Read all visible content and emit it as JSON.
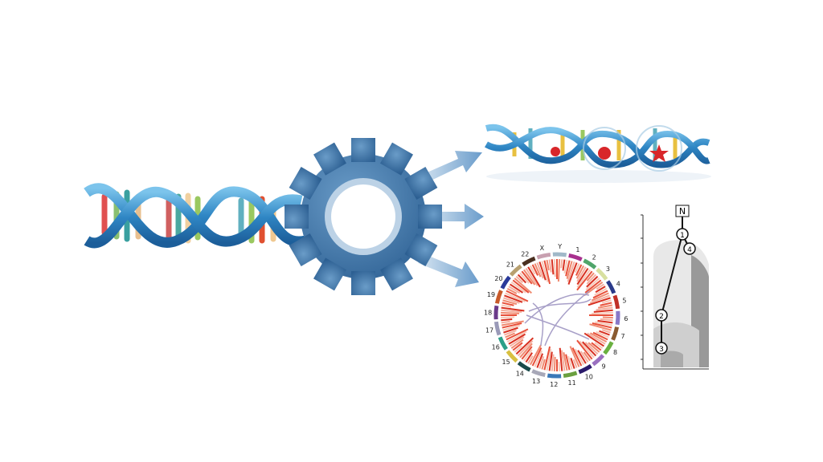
{
  "illustration": {
    "description": "DNA processed by gear producing variants and genomic analyses",
    "colors": {
      "helix": "#3a8fc8",
      "gear": "#3f77a8",
      "arrow": "#8fb4d4",
      "mutation": "#d8262a"
    },
    "circos": {
      "labels": [
        "1",
        "2",
        "3",
        "4",
        "5",
        "6",
        "7",
        "8",
        "9",
        "10",
        "11",
        "12",
        "13",
        "14",
        "15",
        "16",
        "17",
        "18",
        "19",
        "20",
        "21",
        "22",
        "X",
        "Y"
      ],
      "segment_colors": [
        "#a8308e",
        "#4fa56a",
        "#d8e0a0",
        "#2a3a8a",
        "#c03028",
        "#8878c8",
        "#8a5a30",
        "#6ab040",
        "#9a70c0",
        "#2a1a6a",
        "#6aa040",
        "#3a78b8",
        "#a8a8b8",
        "#1a4a4a",
        "#d8c040",
        "#2aa088",
        "#9a9ab8",
        "#6a3a8a",
        "#c85a2a",
        "#2a3a9a",
        "#b8a070",
        "#4a3020",
        "#c8a0b0",
        "#a0b8c8"
      ]
    },
    "tree": {
      "root_label": "N",
      "nodes": [
        "1",
        "2",
        "3",
        "4"
      ]
    }
  }
}
